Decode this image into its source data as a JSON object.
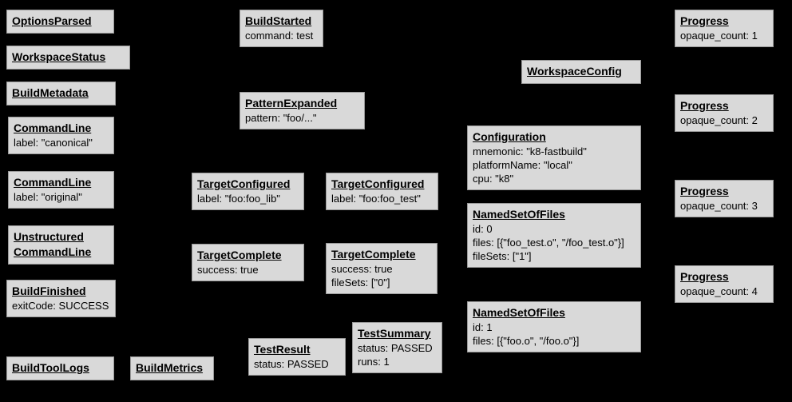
{
  "diagram": {
    "colors": {
      "background": "#000000",
      "box_fill": "#d9d9d9",
      "box_border": "#999999",
      "text": "#000000"
    },
    "boxes": [
      {
        "title": "OptionsParsed",
        "lines": []
      },
      {
        "title": "WorkspaceStatus",
        "lines": []
      },
      {
        "title": "BuildMetadata",
        "lines": []
      },
      {
        "title": "CommandLine",
        "lines": [
          "label: \"canonical\""
        ]
      },
      {
        "title": "CommandLine",
        "lines": [
          "label: \"original\""
        ]
      },
      {
        "title": "Unstructured CommandLine",
        "lines": []
      },
      {
        "title": "BuildFinished",
        "lines": [
          "exitCode: SUCCESS"
        ]
      },
      {
        "title": "BuildToolLogs",
        "lines": []
      },
      {
        "title": "BuildMetrics",
        "lines": []
      },
      {
        "title": "BuildStarted",
        "lines": [
          "command: test"
        ]
      },
      {
        "title": "PatternExpanded",
        "lines": [
          "pattern: \"foo/...\""
        ]
      },
      {
        "title": "TargetConfigured",
        "lines": [
          "label: \"foo:foo_lib\""
        ]
      },
      {
        "title": "TargetComplete",
        "lines": [
          "success: true"
        ]
      },
      {
        "title": "TestResult",
        "lines": [
          "status: PASSED"
        ]
      },
      {
        "title": "TargetConfigured",
        "lines": [
          "label: \"foo:foo_test\""
        ]
      },
      {
        "title": "TargetComplete",
        "lines": [
          "success: true",
          "fileSets: [\"0\"]"
        ]
      },
      {
        "title": "TestSummary",
        "lines": [
          "status: PASSED",
          "runs: 1"
        ]
      },
      {
        "title": "WorkspaceConfig",
        "lines": []
      },
      {
        "title": "Configuration",
        "lines": [
          "mnemonic: \"k8-fastbuild\"",
          "platformName: \"local\"",
          "cpu: \"k8\""
        ]
      },
      {
        "title": "NamedSetOfFiles",
        "lines": [
          "id: 0",
          "files: [{\"foo_test.o\", \"/foo_test.o\"}]",
          "fileSets: [\"1\"]"
        ]
      },
      {
        "title": "NamedSetOfFiles",
        "lines": [
          "id: 1",
          "files: [{\"foo.o\", \"/foo.o\"}]"
        ]
      },
      {
        "title": "Progress",
        "lines": [
          "opaque_count: 1"
        ]
      },
      {
        "title": "Progress",
        "lines": [
          "opaque_count: 2"
        ]
      },
      {
        "title": "Progress",
        "lines": [
          "opaque_count: 3"
        ]
      },
      {
        "title": "Progress",
        "lines": [
          "opaque_count: 4"
        ]
      }
    ]
  }
}
